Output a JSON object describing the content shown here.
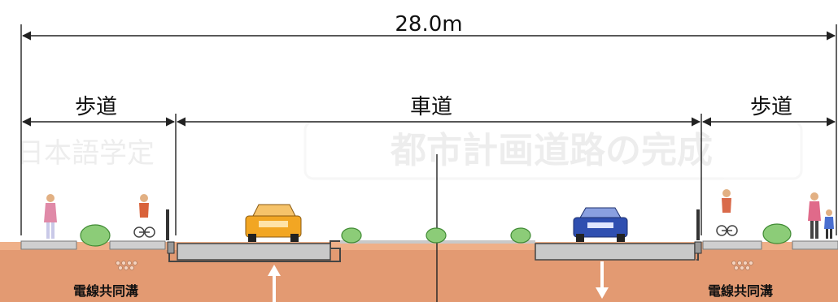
{
  "dimensions": {
    "total_width": "28.0m"
  },
  "zones": {
    "left_sidewalk": "歩道",
    "roadway": "車道",
    "right_sidewalk": "歩道"
  },
  "utility": {
    "left_label": "電線共同溝",
    "right_label": "電線共同溝"
  },
  "background_watermark": {
    "left_text": "日本語学定",
    "center_text": "都市計画道路の完成"
  },
  "colors": {
    "ground": "#e39a72",
    "ground_light": "#efb089",
    "pavement": "#c9c9c9",
    "curb": "#9a9a9a",
    "car_left": "#f2a623",
    "car_right": "#2f4fb0",
    "shrub": "#7ec46b",
    "dimension_line": "#222222"
  },
  "icons": [
    "pedestrian-icon",
    "cyclist-icon",
    "car-icon",
    "shrub-icon",
    "traffic-arrow-icon",
    "utility-duct-icon"
  ]
}
